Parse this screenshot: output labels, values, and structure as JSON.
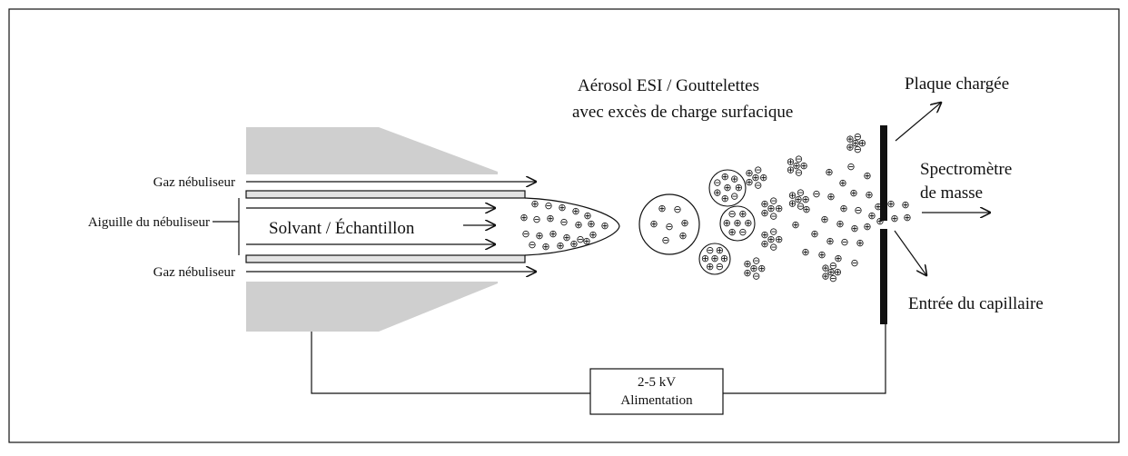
{
  "labels": {
    "gas_top": "Gaz nébuliseur",
    "needle": "Aiguille du nébuliseur",
    "gas_bottom": "Gaz nébuliseur",
    "solvent": "Solvant / Échantillon",
    "aerosol_line1": "Aérosol ESI / Gouttelettes",
    "aerosol_line2": "avec excès de charge surfacique",
    "plate": "Plaque chargée",
    "spectro_line1": "Spectromètre",
    "spectro_line2": "de masse",
    "capillary": "Entrée du capillaire",
    "power_line1": "2-5 kV",
    "power_line2": "Alimentation"
  },
  "colors": {
    "nozzle_fill": "#cfcfcf",
    "line": "#111111",
    "tube_fill": "#e3e3e3"
  },
  "symbols": {
    "positive": "⊕",
    "negative": "⊖"
  }
}
